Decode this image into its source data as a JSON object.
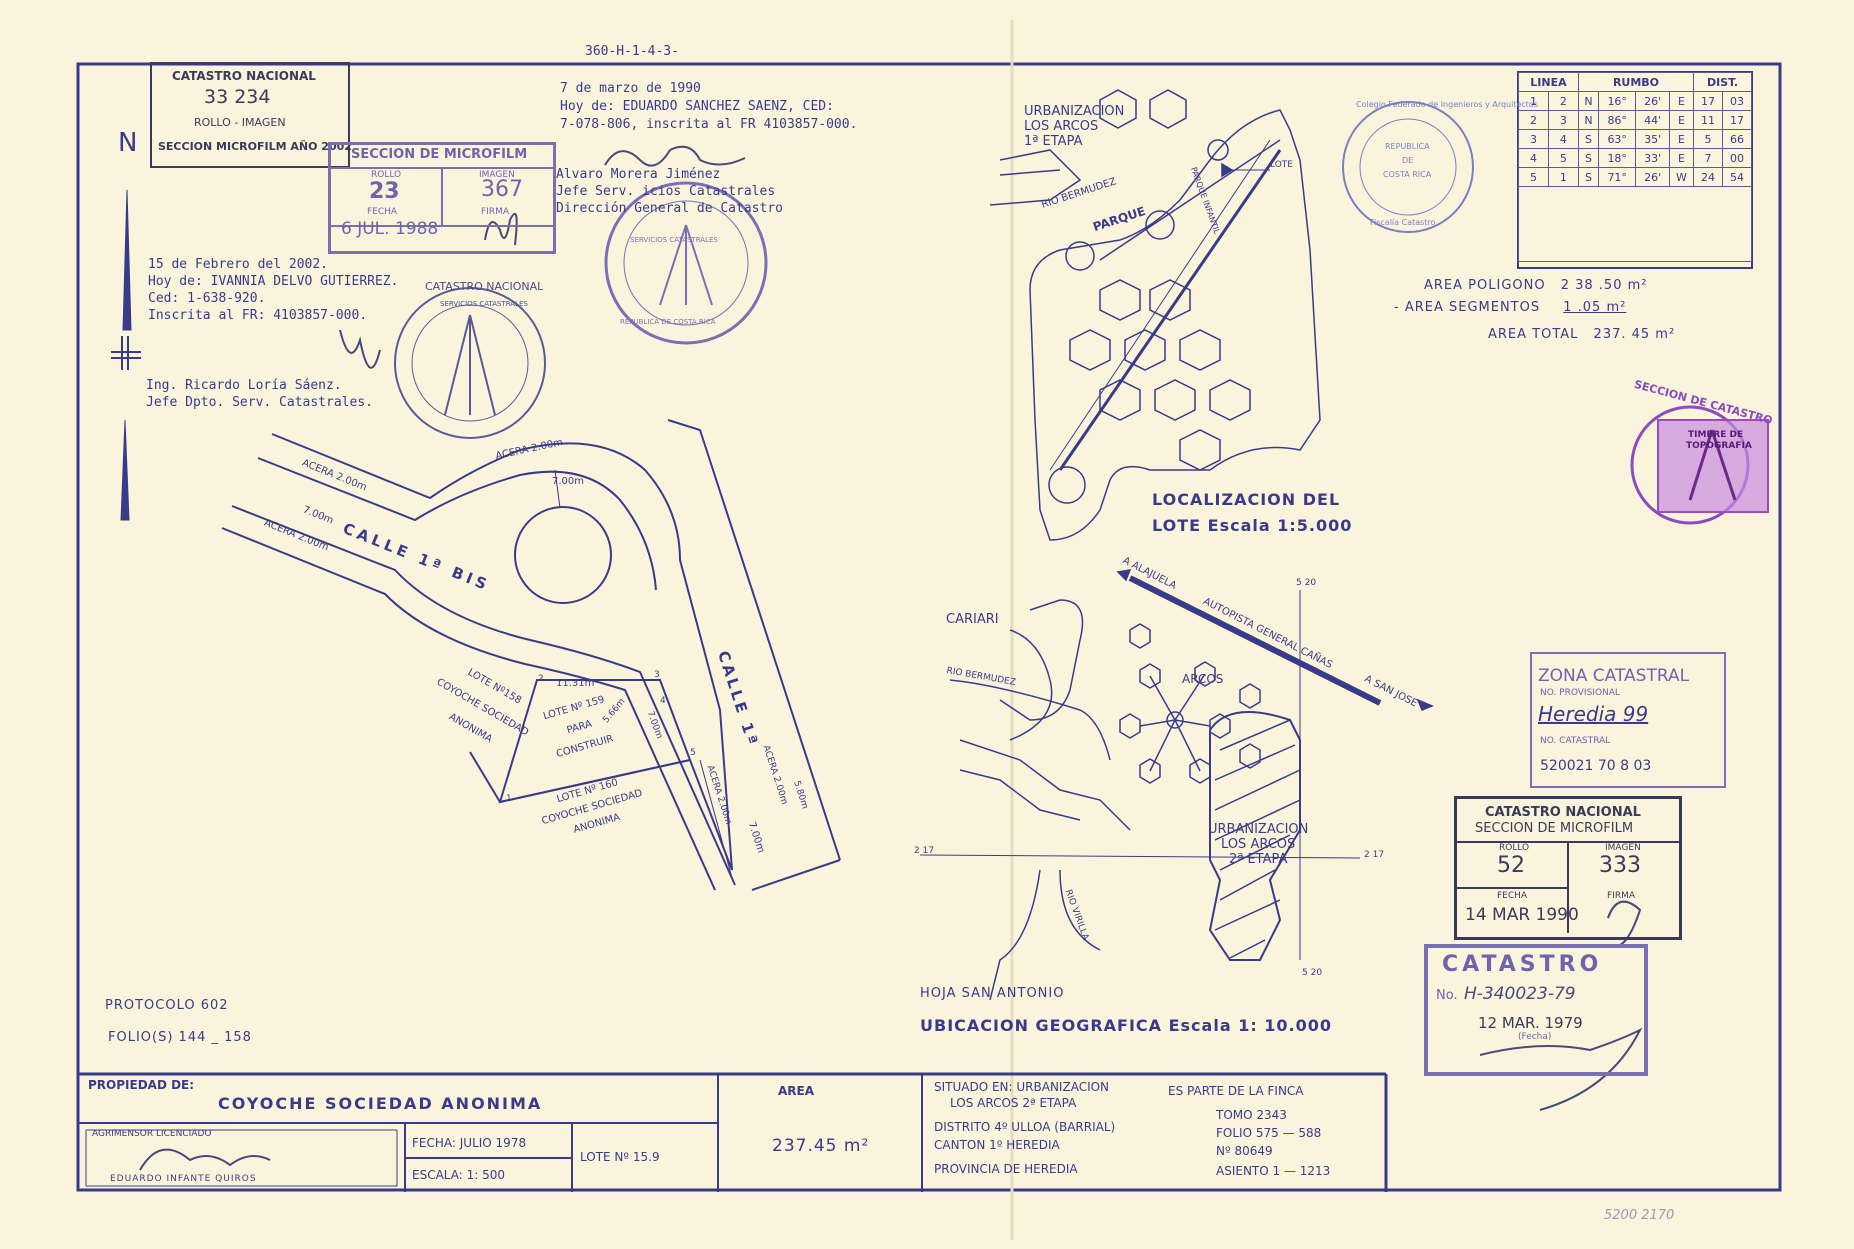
{
  "header": {
    "ref": "360-H-1-4-3-",
    "note_1990": {
      "line1": "7 de marzo de 1990",
      "line2": "Hoy de:  EDUARDO SANCHEZ SAENZ, CED:",
      "line3": "7-078-806, inscrita al FR 4103857-000."
    },
    "official_1990": {
      "line1": "Alvaro Morera Jiménez",
      "line2": "Jefe Serv. icios Catastrales",
      "line3": "Dirección General de Catastro"
    },
    "note_2002": {
      "line1": "15 de Febrero del 2002.",
      "line2": "Hoy de: IVANNIA DELVO GUTIERREZ.",
      "line3": "Ced: 1-638-920.",
      "line4": "Inscrita al FR: 4103857-000."
    },
    "official_2002": {
      "line1": "Ing. Ricardo Loría Sáenz.",
      "line2": "Jefe Dpto. Serv. Catastrales."
    }
  },
  "stamps": {
    "microfilm_2002": {
      "title": "CATASTRO NACIONAL",
      "numbers": "33   234",
      "subtitle": "ROLLO - IMAGEN",
      "footer": "SECCION MICROFILM AÑO 2002"
    },
    "microfilm_1988": {
      "title": "SECCION DE MICROFILM",
      "rollo_label": "ROLLO",
      "imagen_label": "IMAGEN",
      "rollo": "23",
      "imagen": "367",
      "fecha_label": "FECHA",
      "firma_label": "FIRMA",
      "fecha": "6 JUL. 1988"
    },
    "microfilm_1990": {
      "title1": "CATASTRO NACIONAL",
      "title2": "SECCION DE MICROFILM",
      "rollo_label": "ROLLO",
      "imagen_label": "IMAGEN",
      "rollo": "52",
      "imagen": "333",
      "fecha_label": "FECHA",
      "firma_label": "FIRMA",
      "fecha": "14 MAR 1990"
    },
    "zona": {
      "title": "ZONA CATASTRAL",
      "prov_label": "NO. PROVISIONAL",
      "prov_value": "Heredia 99",
      "cat_label": "NO. CATASTRAL",
      "cat_value": "520021 70  8 03"
    },
    "catastro": {
      "title": "CATASTRO",
      "no_label": "No.",
      "no_value": "H-340023-79",
      "date": "12 MAR. 1979",
      "fecha_label": "(Fecha)"
    },
    "seal_1": {
      "top": "CATASTRO NACIONAL",
      "inner": "SERVICIOS CATASTRALES"
    },
    "seal_2": {
      "top": "SERVICIOS CATASTRALES",
      "bottom": "REPUBLICA DE COSTA RICA"
    },
    "seal_3": {
      "text": "Colegio Federado de Ingenieros y Arquitectos",
      "inner1": "REPUBLICA",
      "inner2": "DE",
      "inner3": "COSTA RICA",
      "bottom": "Fiscalía Catastro"
    },
    "seal_4": {
      "text": "SECCION DE CATASTRO",
      "inner1": "TIMBRE DE",
      "inner2": "TOPOGRAFIA"
    }
  },
  "bearing_table": {
    "headers": [
      "LINEA",
      "RUMBO",
      "DIST."
    ],
    "rows": [
      [
        "1",
        "2",
        "N",
        "16°",
        "26'",
        "E",
        "17",
        "03"
      ],
      [
        "2",
        "3",
        "N",
        "86°",
        "44'",
        "E",
        "11",
        "17"
      ],
      [
        "3",
        "4",
        "S",
        "63°",
        "35'",
        "E",
        "5",
        "66"
      ],
      [
        "4",
        "5",
        "S",
        "18°",
        "33'",
        "E",
        "7",
        "00"
      ],
      [
        "5",
        "1",
        "S",
        "71°",
        "26'",
        "W",
        "24",
        "54"
      ]
    ]
  },
  "areas": {
    "poligono_label": "AREA  POLIGONO",
    "poligono_value": "2 38 .50 m²",
    "segmentos_label": "- AREA  SEGMENTOS",
    "segmentos_value": "1 .05 m²",
    "total_label": "AREA  TOTAL",
    "total_value": "237. 45 m²"
  },
  "plan": {
    "north": "N",
    "acera_1": "ACERA",
    "acera_1_w": "2.00m",
    "acera_2": "ACERA",
    "acera_2_w": "2.00m",
    "acera_3": "ACERA",
    "acera_3_w": "2.00m",
    "street_1": "CALLE 1ª BIS",
    "street_1_w": "7.00m",
    "street_2": "CALLE 1ª",
    "circle_r": "7.00m",
    "lote_158": [
      "LOTE   Nº158",
      "COYOCHE SOCIEDAD",
      "ANONIMA"
    ],
    "lote_159": [
      "LOTE  Nº 159",
      "PARA",
      "CONSTRUIR"
    ],
    "lote_160": [
      "LOTE  Nº 160",
      "COYOCHE SOCIEDAD",
      "ANONIMA"
    ],
    "dim_top": "11.31m",
    "dim_left": "5.66m",
    "dim_right": "7.00m",
    "street_2_acera_a": "ACERA",
    "street_2_acera_a_w": "2.00m",
    "street_2_acera_b": "ACERA",
    "street_2_acera_b_w": "2.00m",
    "street_2_w": "7.00m",
    "street_2_edge": "5.80m",
    "v1": "1",
    "v2": "2",
    "v3": "3",
    "v4": "4",
    "v5": "5"
  },
  "localization": {
    "urb1_line1": "URBANIZACION",
    "urb1_line2": "LOS  ARCOS",
    "urb1_line3": "1ª ETAPA",
    "lote": "LOTE",
    "rio": "RIO  BERMUDEZ",
    "parque": "PARQUE",
    "parque_inf": "PARQUE INFANTIL",
    "title1": "LOCALIZACION  DEL",
    "title2": "LOTE  Escala 1:5.000"
  },
  "location_map": {
    "alajuela": "A ALAJUELA",
    "autopista": "AUTOPISTA  GENERAL  CAÑAS",
    "san_jose": "A SAN JOSE",
    "cariari": "CARIARI",
    "rio_bermudez": "RIO  BERMUDEZ",
    "arcos": "ARCOS",
    "urb2_line1": "URBANIZACION",
    "urb2_line2": "LOS  ARCOS",
    "urb2_line3": "2ª  ETAPA",
    "rio_virilla": "RIO  VIRILLA",
    "hoja": "HOJA  SAN  ANTONIO",
    "title": "UBICACION  GEOGRAFICA  Escala  1: 10.000",
    "grid_520_top": "5 20",
    "grid_520_bot": "5 20",
    "grid_217_left": "2 17",
    "grid_217_right": "2 17"
  },
  "protocol": {
    "protocolo": "PROTOCOLO  602",
    "folios": "FOLIO(S)  144 _ 158"
  },
  "title_block": {
    "propiedad_label": "PROPIEDAD DE:",
    "propiedad_value": "COYOCHE  SOCIEDAD  ANONIMA",
    "agrimensor_label": "AGRIMENSOR   LICENCIADO",
    "agrimensor_name": "EDUARDO  INFANTE  QUIROS",
    "fecha": "FECHA: JULIO  1978",
    "escala": "ESCALA: 1: 500",
    "lote": "LOTE Nº  15.9",
    "area_label": "AREA",
    "area_value": "237.45  m²",
    "situado1": "SITUADO EN: URBANIZACION",
    "situado2": "LOS ARCOS 2ª ETAPA",
    "distrito": "DISTRITO  4º  ULLOA  (BARRIAL)",
    "canton": "CANTON    1º  HEREDIA",
    "provincia": "PROVINCIA  DE  HEREDIA",
    "finca_label": "ES PARTE DE LA FINCA",
    "tomo": "TOMO  2343",
    "folio": "FOLIO  575 — 588",
    "numero": "Nº     80649",
    "asiento": "ASIENTO  1 — 1213"
  },
  "footer_note": "5200 2170",
  "colors": {
    "ink": "#3a3a8a",
    "stamp": "#6d64ad",
    "paper": "#fbf4dd",
    "purple": "#a04ab8"
  }
}
